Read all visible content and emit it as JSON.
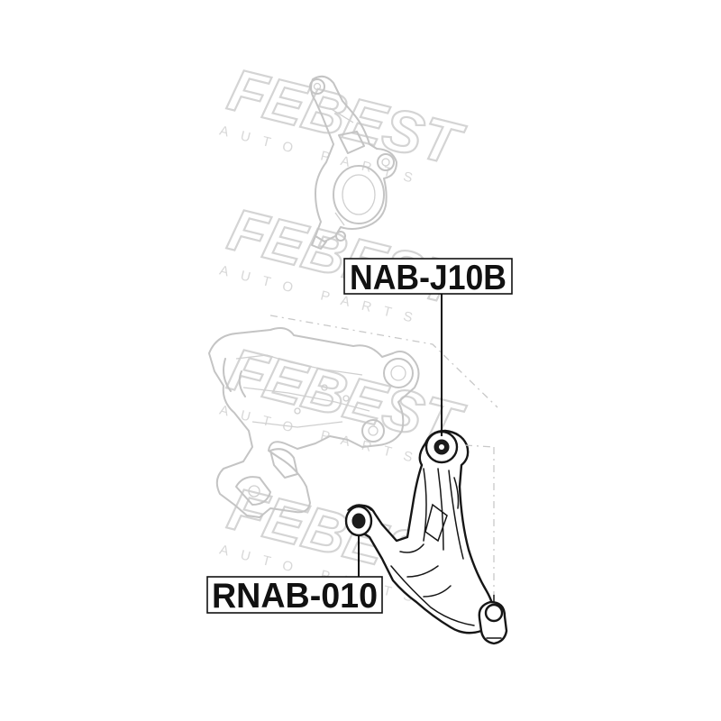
{
  "watermark": {
    "brand": "FEBEST",
    "tagline": "AUTO PARTS"
  },
  "callouts": [
    {
      "id": "bushing-upper",
      "part_number": "NAB-J10B"
    },
    {
      "id": "bushing-lower",
      "part_number": "RNAB-010"
    }
  ],
  "colors": {
    "line": "#161616",
    "ghost": "#c4c4c4",
    "watermark": "#d4d4d4",
    "background": "#ffffff"
  }
}
